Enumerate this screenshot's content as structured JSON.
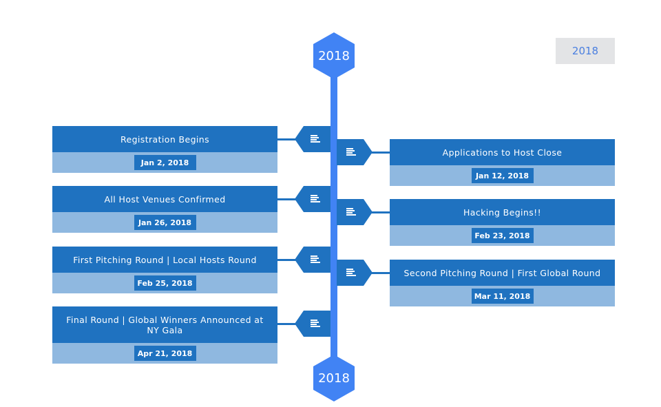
{
  "timeline": {
    "start_year": "2018",
    "end_year": "2018",
    "year_badge": "2018",
    "events": [
      {
        "title": "Registration Begins",
        "date": "Jan 2, 2018",
        "side": "left"
      },
      {
        "title": "Applications to Host Close",
        "date": "Jan 12, 2018",
        "side": "right"
      },
      {
        "title": "All Host Venues Confirmed",
        "date": "Jan 26, 2018",
        "side": "left"
      },
      {
        "title": "Hacking Begins!!",
        "date": "Feb 23, 2018",
        "side": "right"
      },
      {
        "title": "First Pitching Round | Local Hosts Round",
        "date": "Feb 25, 2018",
        "side": "left"
      },
      {
        "title": "Second Pitching Round | First Global Round",
        "date": "Mar 11, 2018",
        "side": "right"
      },
      {
        "title": "Final Round | Global Winners Announced at NY Gala",
        "date": "Apr 21, 2018",
        "side": "left"
      }
    ]
  },
  "colors": {
    "spine": "#4183f4",
    "card_header": "#1f72c0",
    "card_footer": "#8fb8e0",
    "badge_bg": "#e3e4e6",
    "badge_text": "#4a7fe0"
  },
  "icons": {
    "event_marker": "text-lines-icon"
  }
}
